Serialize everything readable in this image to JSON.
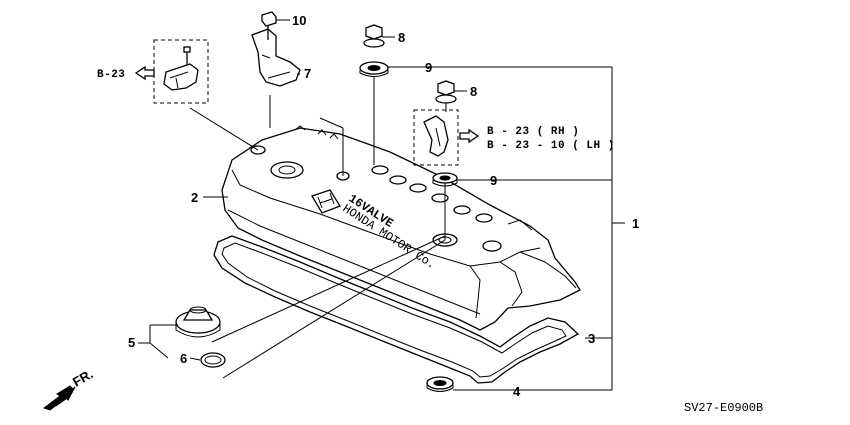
{
  "diagram": {
    "callouts": [
      "1",
      "2",
      "3",
      "4",
      "5",
      "6",
      "7",
      "8",
      "8",
      "9",
      "9",
      "10"
    ],
    "callout_list": [
      {
        "id": "c1",
        "label": "1"
      },
      {
        "id": "c2",
        "label": "2"
      },
      {
        "id": "c3",
        "label": "3"
      },
      {
        "id": "c4",
        "label": "4"
      },
      {
        "id": "c5",
        "label": "5"
      },
      {
        "id": "c6",
        "label": "6"
      },
      {
        "id": "c7",
        "label": "7"
      },
      {
        "id": "c8a",
        "label": "8"
      },
      {
        "id": "c8b",
        "label": "8"
      },
      {
        "id": "c9a",
        "label": "9"
      },
      {
        "id": "c9b",
        "label": "9"
      },
      {
        "id": "c10",
        "label": "10"
      }
    ],
    "ref_left": "B-23",
    "ref_right_1": "B - 23    ( RH )",
    "ref_right_2": "B - 23 - 10 ( LH )",
    "direction_label": "FR.",
    "cover_text_1": "16VALVE",
    "cover_text_2": "HONDA MOTOR Co.",
    "diagram_code": "SV27-E0900B"
  }
}
